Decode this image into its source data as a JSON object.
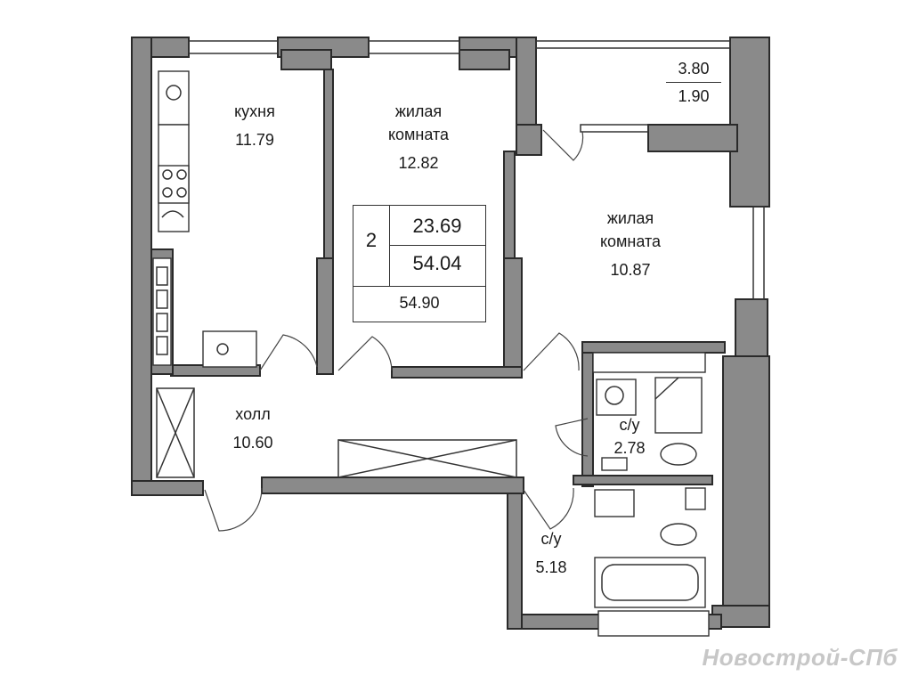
{
  "rooms": {
    "kitchen": {
      "name": "кухня",
      "area": "11.79"
    },
    "living1": {
      "name_line1": "жилая",
      "name_line2": "комната",
      "area": "12.82"
    },
    "living2": {
      "name_line1": "жилая",
      "name_line2": "комната",
      "area": "10.87"
    },
    "hall": {
      "name": "холл",
      "area": "10.60"
    },
    "bath1": {
      "name": "с/у",
      "area": "2.78"
    },
    "bath2": {
      "name": "с/у",
      "area": "5.18"
    },
    "balcony": {
      "area_top": "3.80",
      "area_bottom": "1.90"
    }
  },
  "summary": {
    "rooms_count": "2",
    "living_area": "23.69",
    "total_area": "54.04",
    "total_with_balcony": "54.90"
  },
  "watermark": "Новострой-СПб",
  "colors": {
    "wall": "#8a8a8a",
    "line": "#333333",
    "background": "#ffffff"
  }
}
